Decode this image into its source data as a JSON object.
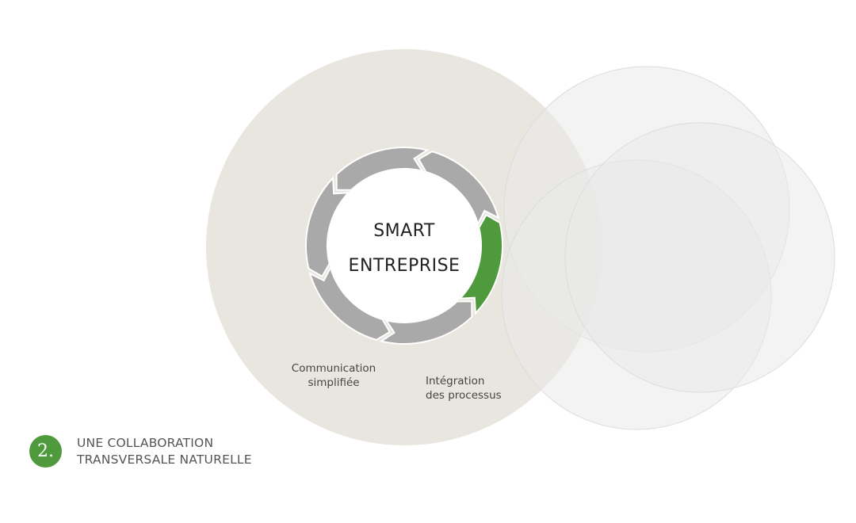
{
  "center": {
    "line1": "SMART",
    "line2": "ENTREPRISE"
  },
  "labels": {
    "communication": {
      "line1": "Communication",
      "line2": "simplifiée"
    },
    "integration": {
      "line1": "Intégration",
      "line2": "des processus"
    }
  },
  "section": {
    "number": "2.",
    "line1": "UNE COLLABORATION",
    "line2": "TRANSVERSALE NATURELLE"
  },
  "colors": {
    "accent": "#4e9a3c",
    "ring_gray": "#a9a9a9",
    "big_circle": "#e8e6de",
    "ghost_circle": "#eeeeee"
  },
  "cycle": {
    "segments": 6,
    "highlighted_segment": 2
  }
}
